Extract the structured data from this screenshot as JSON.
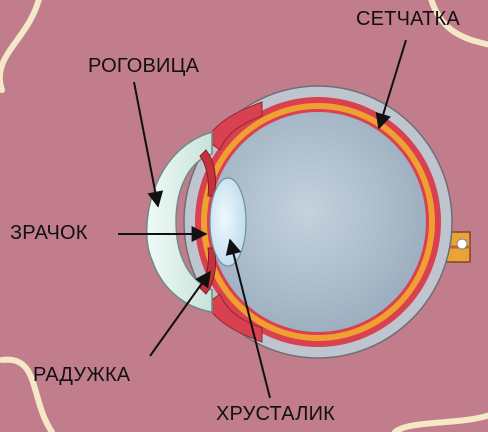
{
  "diagram": {
    "labels": {
      "retina": "СЕТЧАТКА",
      "cornea": "РОГОВИЦА",
      "pupil": "ЗРАЧОК",
      "iris": "РАДУЖКА",
      "lens": "ХРУСТАЛИК"
    }
  },
  "colors": {
    "background": "#c17d8c",
    "frame_line": "#f5e8c8",
    "sclera_outer": "#bfc5cf",
    "choroid_red": "#d94050",
    "retina_orange": "#f0a030",
    "vitreous": "#a8b9c8",
    "cornea": "#d6ece6",
    "lens": "#cfe6f2",
    "optic_nerve": "#e9a336"
  }
}
